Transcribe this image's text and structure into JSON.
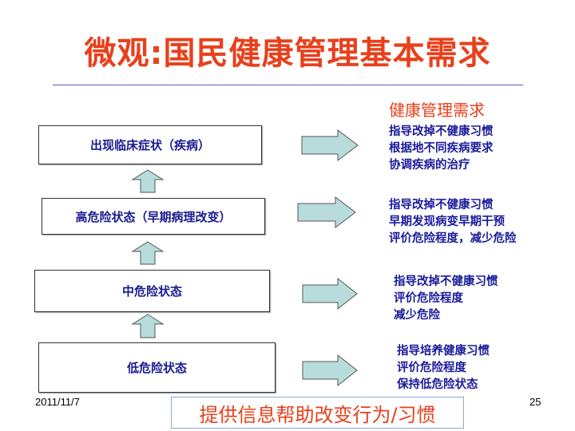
{
  "title": "微观:国民健康管理基本需求",
  "needs_header": "健康管理需求",
  "states": [
    {
      "label": "出现临床症状（疾病）",
      "needs": [
        "指导改掉不健康习惯",
        "根据地不同疾病要求",
        "协调疾病的治疗"
      ]
    },
    {
      "label": "高危险状态（早期病理改变）",
      "needs": [
        "指导改掉不健康习惯",
        "早期发现病变早期干预",
        "评价危险程度，减少危险"
      ]
    },
    {
      "label": "中危险状态",
      "needs": [
        "指导改掉不健康习惯",
        "评价危险程度",
        "减少危险"
      ]
    },
    {
      "label": "低危险状态",
      "needs": [
        "指导培养健康习惯",
        "评价危险程度",
        "保持低危险状态"
      ]
    }
  ],
  "footer_box": "提供信息帮助改变行为/习惯",
  "date": "2011/11/7",
  "page_number": "25",
  "colors": {
    "title": "#e8401c",
    "text": "#1a1a9a",
    "arrow_fill": "#b8dcdc"
  }
}
